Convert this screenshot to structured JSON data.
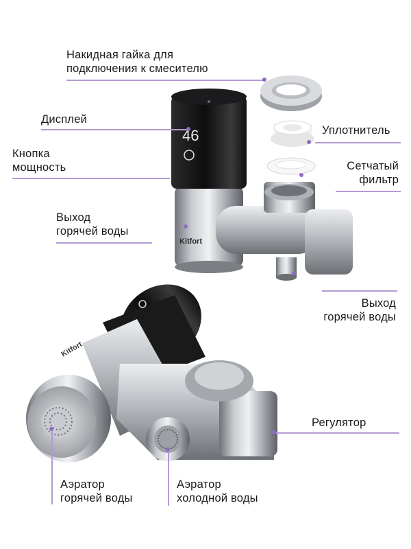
{
  "brand": "Kitfort",
  "display_value": "46",
  "accent": "#b39ad3",
  "labels": {
    "nut_line1": "Накидная гайка для",
    "nut_line2": "подключения к смесителю",
    "display": "Дисплей",
    "power_line1": "Кнопка",
    "power_line2": "мощность",
    "hot_out_left_line1": "Выход",
    "hot_out_left_line2": "горячей воды",
    "seal": "Уплотнитель",
    "filter_line1": "Сетчатый",
    "filter_line2": "фильтр",
    "hot_out_right_line1": "Выход",
    "hot_out_right_line2": "горячей воды",
    "regulator": "Регулятор",
    "aer_hot_line1": "Аэратор",
    "aer_hot_line2": "горячей воды",
    "aer_cold_line1": "Аэратор",
    "aer_cold_line2": "холодной воды"
  }
}
